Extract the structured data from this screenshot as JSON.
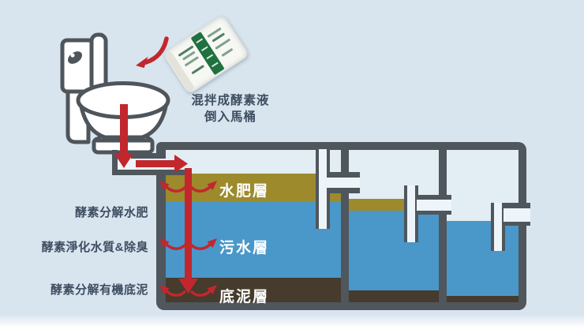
{
  "note": {
    "line1": "混拌成酵素液",
    "line2": "倒入馬桶"
  },
  "process_labels": [
    {
      "text": "酵素分解水肥"
    },
    {
      "text": "酵素淨化水質&除臭"
    },
    {
      "text": "酵素分解有機底泥"
    }
  ],
  "layers": [
    {
      "label": "水肥層"
    },
    {
      "label": "污水層"
    },
    {
      "label": "底泥層"
    }
  ],
  "icons": {
    "toilet": "toilet-line-art",
    "packet": "enzyme-powder-sachet",
    "flow": "red-flow-arrows"
  },
  "colors": {
    "bg": "#d8e4ee",
    "wall": "#4f565c",
    "air": "#e2edf4",
    "pipe": "#eef5fa",
    "scum": "#9c8a2c",
    "water": "#4a97ca",
    "sludge": "#463b2c",
    "red": "#c1272d",
    "text_dark": "#3e4d61",
    "text_light": "#ffffff",
    "packet_green": "#20713f"
  }
}
